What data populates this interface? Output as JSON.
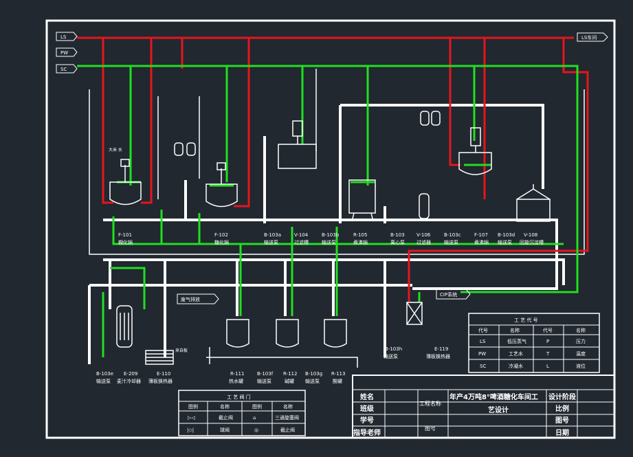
{
  "colors": {
    "background": "#212830",
    "steam": "#e8151b",
    "water": "#20e020",
    "process": "#ffffff"
  },
  "supply_lines": [
    "LS",
    "PW",
    "SC"
  ],
  "return_label": "LS车间",
  "cip_label": "CIP系统",
  "exhaust_label": "废气排放",
  "inlet_label": "来自板",
  "feed_label": "大米 水",
  "equipment_top": [
    {
      "tag": "F-101",
      "name": "糊化锅"
    },
    {
      "tag": "F-102",
      "name": "糖化锅"
    },
    {
      "tag": "B-103a",
      "name": "输送泵"
    },
    {
      "tag": "V-104",
      "name": "过滤槽"
    },
    {
      "tag": "B-103b",
      "name": "输送泵"
    },
    {
      "tag": "R-105",
      "name": "煮沸锅"
    },
    {
      "tag": "B-103",
      "name": "离心泵"
    },
    {
      "tag": "V-106",
      "name": "过滤器"
    },
    {
      "tag": "B-103c",
      "name": "输送泵"
    },
    {
      "tag": "F-107",
      "name": "煮沸锅"
    },
    {
      "tag": "B-103d",
      "name": "输送泵"
    },
    {
      "tag": "V-108",
      "name": "回旋沉淀槽"
    }
  ],
  "equipment_bottom": [
    {
      "tag": "B-103e",
      "name": "输送泵"
    },
    {
      "tag": "E-209",
      "name": "麦汁冷却器"
    },
    {
      "tag": "E-110",
      "name": "薄板换热器"
    },
    {
      "tag": "R-111",
      "name": "热水罐"
    },
    {
      "tag": "B-103f",
      "name": "输送泵"
    },
    {
      "tag": "R-112",
      "name": "碱罐"
    },
    {
      "tag": "B-103g",
      "name": "输送泵"
    },
    {
      "tag": "R-113",
      "name": "酸罐"
    },
    {
      "tag": "B-103h",
      "name": "输送泵"
    },
    {
      "tag": "E-119",
      "name": "薄板换热器"
    }
  ],
  "legend_codes": {
    "title": "工 艺 代 号",
    "headers": [
      "代号",
      "名称",
      "代号",
      "名称"
    ],
    "rows": [
      [
        "LS",
        "低压蒸气",
        "P",
        "压力"
      ],
      [
        "PW",
        "工艺水",
        "T",
        "温度"
      ],
      [
        "SC",
        "冷凝水",
        "L",
        "液位"
      ]
    ]
  },
  "legend_valves": {
    "title": "工 艺 阀 门",
    "headers": [
      "图例",
      "名称",
      "图例",
      "名称"
    ],
    "rows": [
      [
        "▷◁",
        "截止阀",
        "⌂",
        "三通旋塞阀"
      ],
      [
        "|◇|",
        "球阀",
        "◎",
        "截止阀"
      ]
    ]
  },
  "title_block": {
    "rows_left": [
      "姓名",
      "班级",
      "学号",
      "指导老师"
    ],
    "project_label": "工程名称",
    "project_name_1": "年产4万吨8°啤酒糖化车间工",
    "project_name_2": "艺设计",
    "drawing_label": "图号",
    "stage_label": "设计阶段",
    "right_labels": [
      "比例",
      "图号",
      "日期"
    ]
  }
}
